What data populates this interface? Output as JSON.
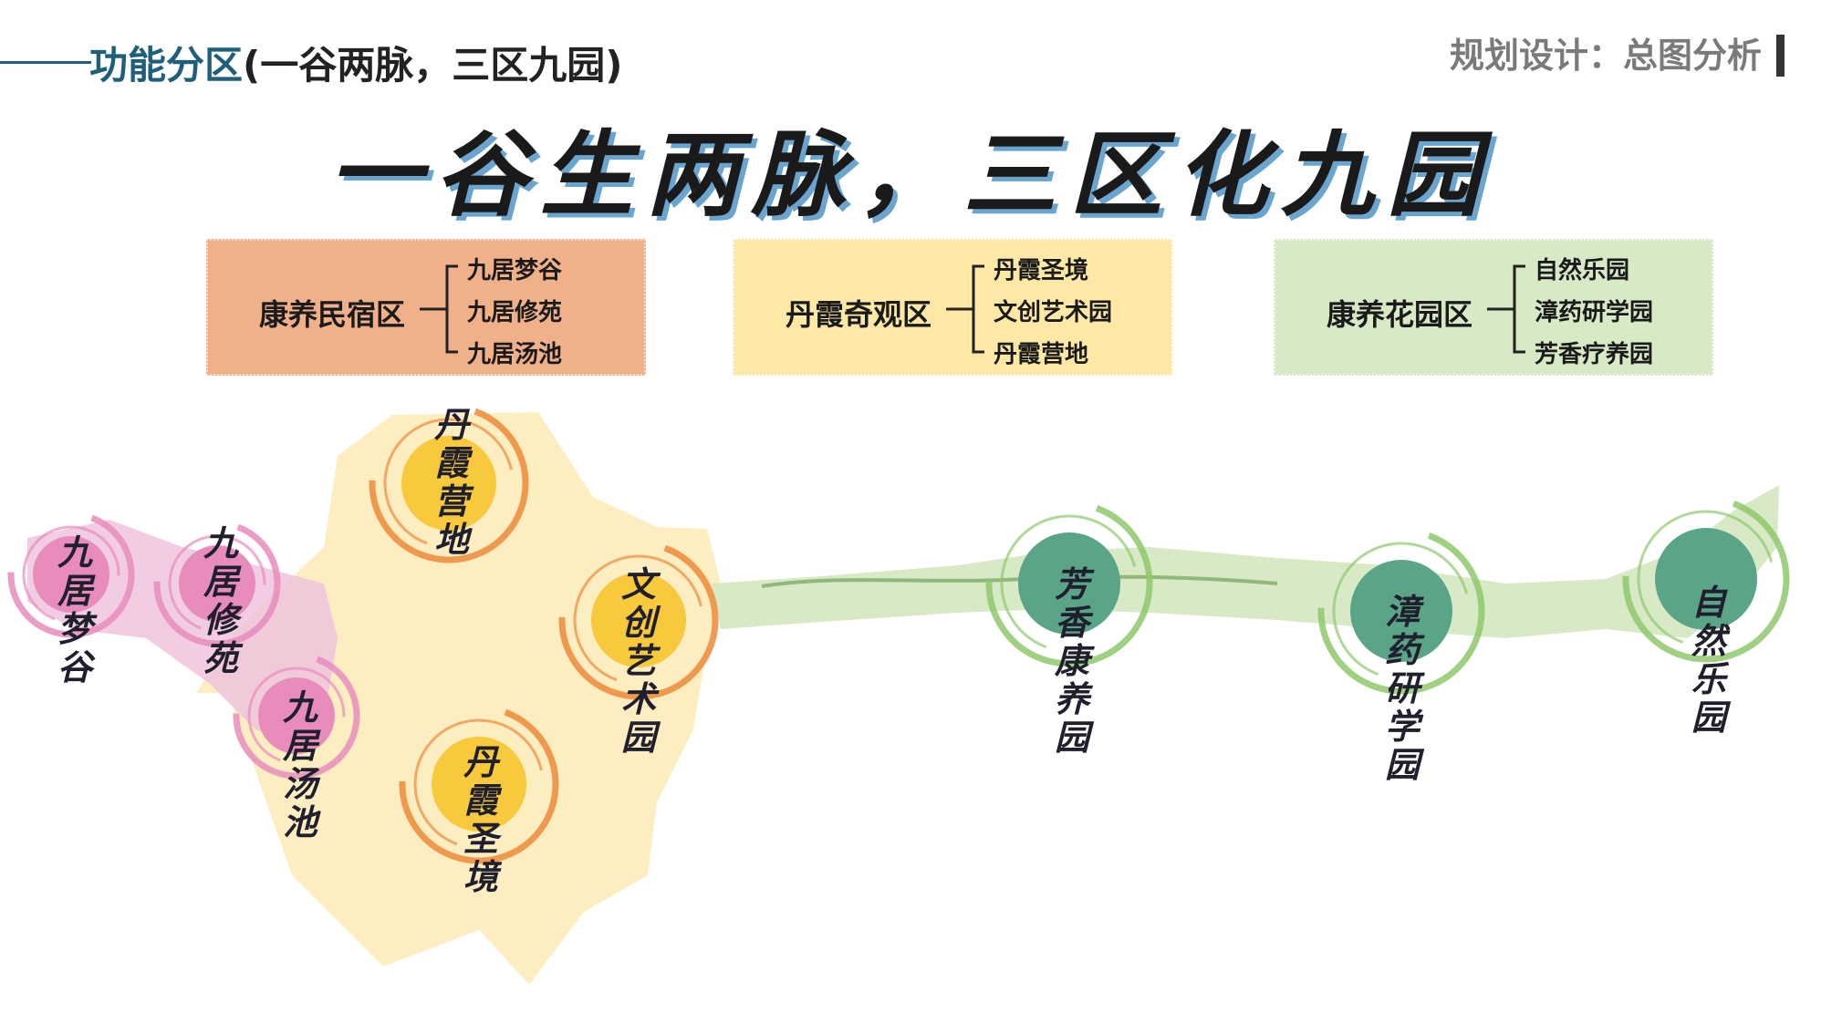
{
  "header": {
    "dash": "——",
    "title_main": "功能分区",
    "title_rest": "(一谷两脉，三区九园)",
    "right_title": "规划设计：总图分析"
  },
  "slogan": "一谷生两脉，三区化九园",
  "zones": [
    {
      "label": "康养民宿区",
      "color": "#f0b089",
      "items": [
        "九居梦谷",
        "九居修苑",
        "九居汤池"
      ]
    },
    {
      "label": "丹霞奇观区",
      "color": "#fde8a6",
      "items": [
        "丹霞圣境",
        "文创艺术园",
        "丹霞营地"
      ]
    },
    {
      "label": "康养花园区",
      "color": "#d8e9c6",
      "items": [
        "自然乐园",
        "漳药研学园",
        "芳香疗养园"
      ]
    }
  ],
  "colors": {
    "pink_area": "#efc3dd",
    "pink_node": "#e88cbc",
    "yellow_area": "#fdeec2",
    "yellow_node": "#f8c93c",
    "orange_ring": "#ec8a3a",
    "green_area": "#d7e9c5",
    "green_node": "#5aa488",
    "green_ring": "#8fc86c"
  },
  "nodes": {
    "jiuju_menggu": "九居梦谷",
    "jiuju_xiuyuan": "九居修苑",
    "jiuju_tangchi": "九居汤池",
    "danxia_yingdi": "丹霞营地",
    "wenchuang_yishuyuan": "文创艺术园",
    "danxia_shengjing": "丹霞圣境",
    "fangxiang_kangyangyuan": "芳香康养园",
    "zhangyao_yanxueyuan": "漳药研学园",
    "ziran_leyuan": "自然乐园"
  }
}
